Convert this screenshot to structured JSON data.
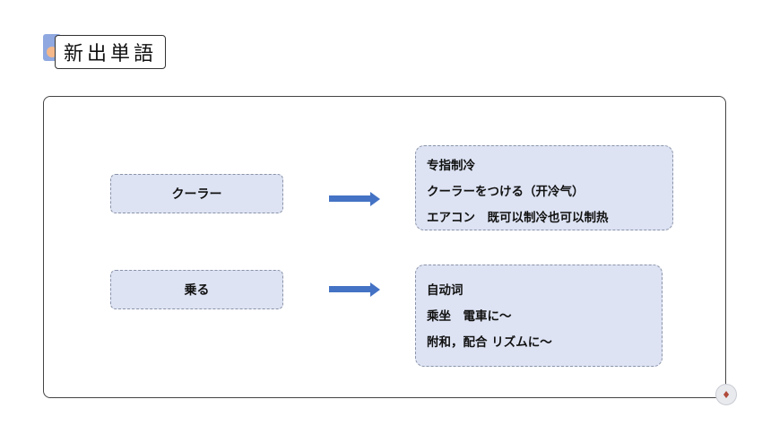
{
  "slide": {
    "title": "新出単語"
  },
  "entries": [
    {
      "term": "クーラー",
      "definitions": [
        "专指制冷",
        "クーラーをつける（开冷气）",
        "エアコン　既可以制冷也可以制热"
      ]
    },
    {
      "term": "乗る",
      "definitions": [
        "自动词",
        "乘坐　電車に～",
        "附和，配合 リズムに～"
      ]
    }
  ],
  "icons": {
    "corner": "book-icon",
    "title_decoration": "bookmark-icon"
  },
  "colors": {
    "box_fill": "#dde3f3",
    "arrow": "#4472c4"
  }
}
